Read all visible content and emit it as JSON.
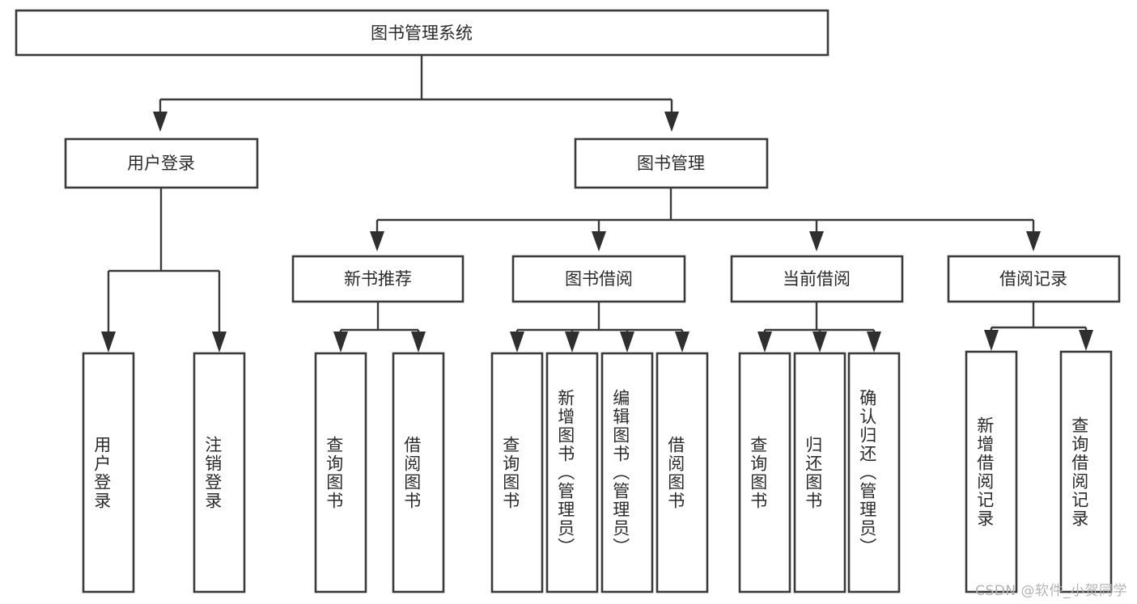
{
  "diagram": {
    "title": "图书管理系统",
    "type": "tree-hierarchy",
    "watermark": "CSDN @软件_小贺同学",
    "colors": {
      "stroke": "#3a3a3a",
      "box_fill": "#ffffff",
      "text": "#2b2b2b",
      "background": "#ffffff",
      "watermark": "#b4b4b4"
    },
    "root": {
      "id": "root",
      "label": "图书管理系统"
    },
    "level2": [
      {
        "id": "user-login",
        "label": "用户登录"
      },
      {
        "id": "book-mgmt",
        "label": "图书管理"
      }
    ],
    "level3": [
      {
        "id": "new-book-recommend",
        "label": "新书推荐",
        "parent": "book-mgmt"
      },
      {
        "id": "book-borrow",
        "label": "图书借阅",
        "parent": "book-mgmt"
      },
      {
        "id": "current-borrow",
        "label": "当前借阅",
        "parent": "book-mgmt"
      },
      {
        "id": "borrow-record",
        "label": "借阅记录",
        "parent": "book-mgmt"
      }
    ],
    "leaves": [
      {
        "id": "leaf-user-login",
        "label": "用户登录",
        "parent": "user-login"
      },
      {
        "id": "leaf-logout",
        "label": "注销登录",
        "parent": "user-login"
      },
      {
        "id": "leaf-query-book-1",
        "label": "查询图书",
        "parent": "new-book-recommend"
      },
      {
        "id": "leaf-borrow-book-1",
        "label": "借阅图书",
        "parent": "new-book-recommend"
      },
      {
        "id": "leaf-query-book-2",
        "label": "查询图书",
        "parent": "book-borrow"
      },
      {
        "id": "leaf-add-book",
        "label": "新增图书（管理员）",
        "parent": "book-borrow"
      },
      {
        "id": "leaf-edit-book",
        "label": "编辑图书（管理员）",
        "parent": "book-borrow"
      },
      {
        "id": "leaf-borrow-book-2",
        "label": "借阅图书",
        "parent": "book-borrow"
      },
      {
        "id": "leaf-query-book-3",
        "label": "查询图书",
        "parent": "current-borrow"
      },
      {
        "id": "leaf-return-book",
        "label": "归还图书",
        "parent": "current-borrow"
      },
      {
        "id": "leaf-confirm-return",
        "label": "确认归还（管理员）",
        "parent": "current-borrow"
      },
      {
        "id": "leaf-add-record",
        "label": "新增借阅记录",
        "parent": "borrow-record"
      },
      {
        "id": "leaf-query-record",
        "label": "查询借阅记录",
        "parent": "borrow-record"
      }
    ]
  }
}
